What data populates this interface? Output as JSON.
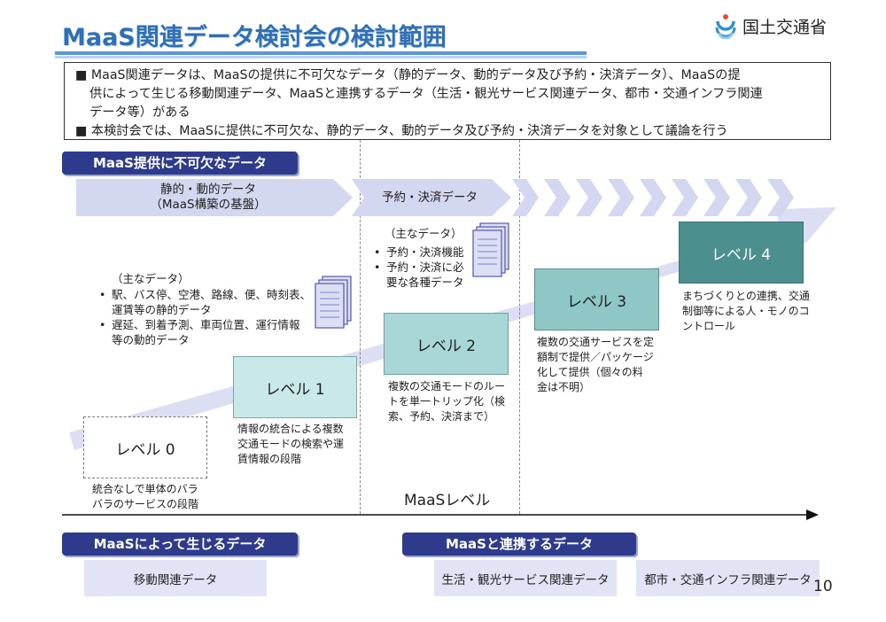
{
  "title": "MaaS関連データ検討会の検討範囲",
  "ministry": "国土交通省",
  "summary": {
    "line1": "■ MaaS関連データは、MaaSの提供に不可欠なデータ（静的データ、動的データ及び予約・決済データ）、MaaSの提",
    "line2": "供によって生じる移動関連データ、MaaSと連携するデータ（生活・観光サービス関連データ、都市・交通インフラ関連",
    "line3": "データ等）がある",
    "line4": "■ 本検討会では、MaaSに提供に不可欠な、静的データ、動的データ及び予約・決済データを対象として議論を行う"
  },
  "section_essential": "MaaS提供に不可欠なデータ",
  "banner_static": {
    "line1": "静的・動的データ",
    "line2": "（MaaS構築の基盤）"
  },
  "banner_payment": "予約・決済データ",
  "main_data_label": "（主なデータ）",
  "static_items": [
    "駅、バス停、空港、路線、便、時刻表、運賃等の静的データ",
    "遅延、到着予測、車両位置、運行情報等の動的データ"
  ],
  "static_item_lines": [
    [
      "駅、バス停、空港、路線、便、時刻表、",
      "運賃等の静的データ"
    ],
    [
      "遅延、到着予測、車両位置、運行情報",
      "等の動的データ"
    ]
  ],
  "payment_items": [
    "予約・決済機能",
    "予約・決済に必要な各種データ"
  ],
  "payment_item_lines": [
    [
      "予約・決済機能"
    ],
    [
      "予約・決済に必",
      "要な各種データ"
    ]
  ],
  "levels": [
    {
      "label": "レベル 0",
      "desc": [
        "統合なしで単体のバラ",
        "バラのサービスの段階"
      ]
    },
    {
      "label": "レベル 1",
      "desc": [
        "情報の統合による複数",
        "交通モードの検索や運",
        "賃情報の段階"
      ]
    },
    {
      "label": "レベル 2",
      "desc": [
        "複数の交通モードのルー",
        "トを単一トリップ化（検",
        "索、予約、決済まで）"
      ]
    },
    {
      "label": "レベル 3",
      "desc": [
        "複数の交通サービスを定",
        "額制で提供／パッケージ",
        "化して提供（個々の料",
        "金は不明）"
      ]
    },
    {
      "label": "レベル 4",
      "desc": [
        "まちづくりとの連携、交通",
        "制御等による人・モノのコ",
        "ントロール"
      ]
    }
  ],
  "axis_label": "MaaSレベル",
  "section_generated": "MaaSによって生じるデータ",
  "section_linked": "MaaSと連携するデータ",
  "box_mobility": "移動関連データ",
  "box_tourism": "生活・観光サービス関連データ",
  "box_infra": "都市・交通インフラ関連データ",
  "page_number": "10",
  "colors": {
    "title_blue": "#2f6fb5",
    "navy": "#2e3a8c",
    "banner_lavender": "#d4d7f0",
    "level_light": "#c9e8e8",
    "level_mid": "#a9d6d6",
    "level_dark": "#4b8f8f",
    "bottom_box": "#e2e3f4"
  },
  "icons": [
    "logo-mark-icon",
    "document-stack-icon",
    "chevron-icon",
    "axis-arrow-icon"
  ]
}
